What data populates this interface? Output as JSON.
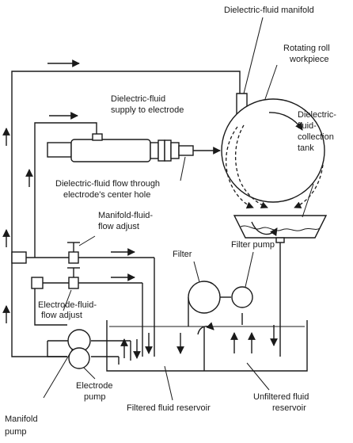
{
  "labels": {
    "manifold": "Dielectric-fluid manifold",
    "workpiece_1": "Rotating roll",
    "workpiece_2": "workpiece",
    "supply_1": "Dielectric-fluid",
    "supply_2": "supply to electrode",
    "tank_1": "Dielectric-",
    "tank_2": "fluid-",
    "tank_3": "collection",
    "tank_4": "tank",
    "flow_1": "Dielectric-fluid flow through",
    "flow_2": "electrode's center hole",
    "manifold_adjust_1": "Manifold-fluid-",
    "manifold_adjust_2": "flow adjust",
    "filter": "Filter",
    "filter_pump": "Filter pump",
    "electrode_adjust_1": "Electrode-fluid-",
    "electrode_adjust_2": "flow adjust",
    "electrode_pump_1": "Electrode",
    "electrode_pump_2": "pump",
    "unfiltered_1": "Unfiltered fluid",
    "unfiltered_2": "reservoir",
    "filtered": "Filtered fluid reservoir",
    "manifold_pump_1": "Manifold",
    "manifold_pump_2": "pump"
  }
}
